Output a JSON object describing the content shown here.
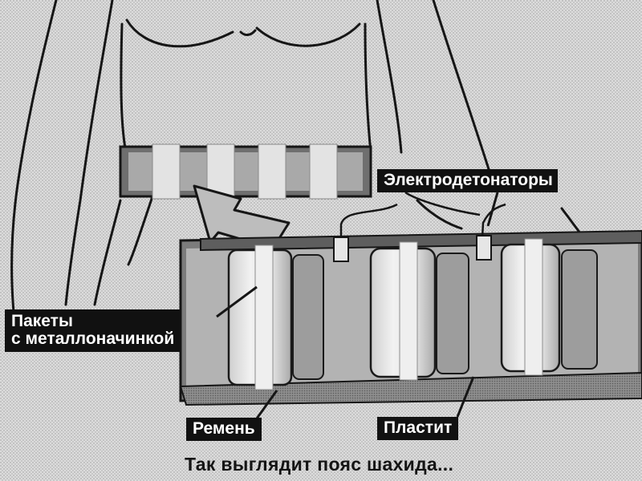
{
  "labels": {
    "detonators": "Электродетонаторы",
    "packets_line1": "Пакеты",
    "packets_line2": "с металлоначинкой",
    "belt": "Ремень",
    "plastid": "Пластит"
  },
  "caption": "Так выглядит пояс шахида...",
  "colors": {
    "background": "#d9d9d9",
    "ink": "#141414",
    "label_bg": "#111111",
    "label_text": "#ffffff"
  }
}
